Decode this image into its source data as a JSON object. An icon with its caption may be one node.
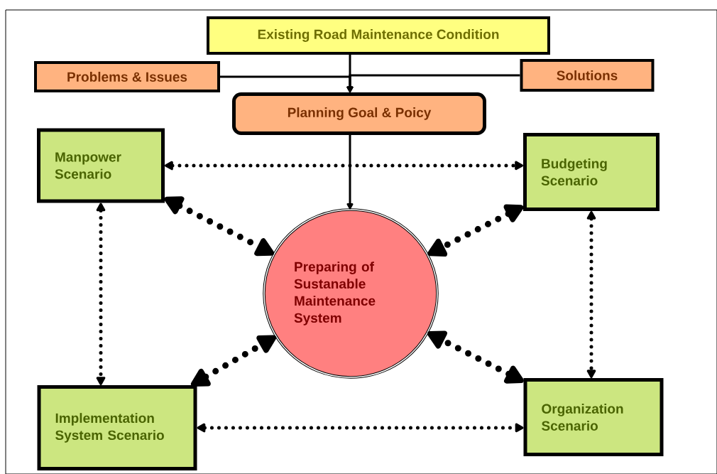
{
  "diagram": {
    "nodes": [
      {
        "text": [
          "Existing Road Maintenance Condition"
        ]
      },
      {
        "text": [
          "Problems & Issues"
        ]
      },
      {
        "text": [
          "Solutions"
        ]
      },
      {
        "text": [
          "Planning Goal & Poicy"
        ]
      },
      {
        "text": [
          "Manpower Scenario"
        ]
      },
      {
        "text": [
          "Budgeting Scenario"
        ]
      },
      {
        "text": [
          "Preparing of Sustanable Maintenance System"
        ]
      },
      {
        "text": [
          "Implementation System Scenario"
        ]
      },
      {
        "text": [
          "Organization Scenario"
        ]
      }
    ],
    "edges": [
      {
        "from": 0,
        "to": 3,
        "arrow": "to"
      },
      {
        "from": 1,
        "to": 3,
        "arrow": "to"
      },
      {
        "from": 2,
        "to": 3,
        "arrow": "to"
      },
      {
        "from": 3,
        "to": 6,
        "arrow": "to"
      },
      {
        "from": 4,
        "to": 5,
        "arrow": "both",
        "style": "dashed"
      },
      {
        "from": 4,
        "to": 6,
        "arrow": "both",
        "style": "dashed"
      },
      {
        "from": 5,
        "to": 6,
        "arrow": "both",
        "style": "dashed"
      },
      {
        "from": 4,
        "to": 7,
        "arrow": "both",
        "style": "dashed"
      },
      {
        "from": 5,
        "to": 8,
        "arrow": "both",
        "style": "dashed"
      },
      {
        "from": 7,
        "to": 6,
        "arrow": "both",
        "style": "dashed"
      },
      {
        "from": 8,
        "to": 6,
        "arrow": "both",
        "style": "dashed"
      },
      {
        "from": 7,
        "to": 8,
        "arrow": "both",
        "style": "dashed"
      }
    ]
  }
}
